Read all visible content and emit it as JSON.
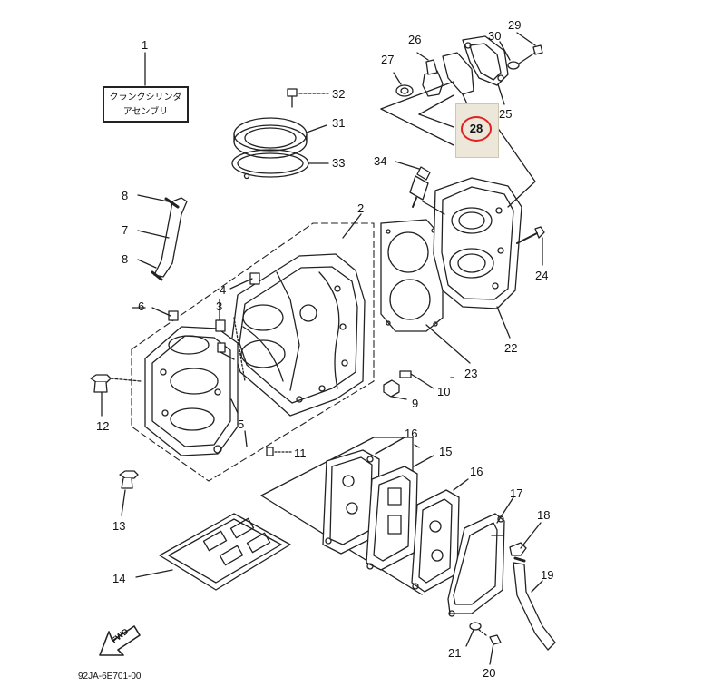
{
  "assembly_label": {
    "line1": "クランクシリンダ",
    "line2": "アセンブリ"
  },
  "highlight": {
    "part": "28",
    "color": "#e32020",
    "background": "#ece7d9"
  },
  "drawing_code": "92JA-6E701-00",
  "fwd_label": "FWD",
  "callouts": {
    "c1": "1",
    "c2": "2",
    "c3": "3",
    "c4": "4",
    "c5": "5",
    "c6": "6",
    "c7": "7",
    "c8a": "8",
    "c8b": "8",
    "c9": "9",
    "c10": "10",
    "c11": "11",
    "c12": "12",
    "c13": "13",
    "c14": "14",
    "c15": "15",
    "c16a": "16",
    "c16b": "16",
    "c17": "17",
    "c18": "18",
    "c19": "19",
    "c20": "20",
    "c21": "21",
    "c22": "22",
    "c23": "23",
    "c24": "24",
    "c25": "25",
    "c26": "26",
    "c27": "27",
    "c29": "29",
    "c30": "30",
    "c31": "31",
    "c32": "32",
    "c33": "33",
    "c34": "34"
  }
}
